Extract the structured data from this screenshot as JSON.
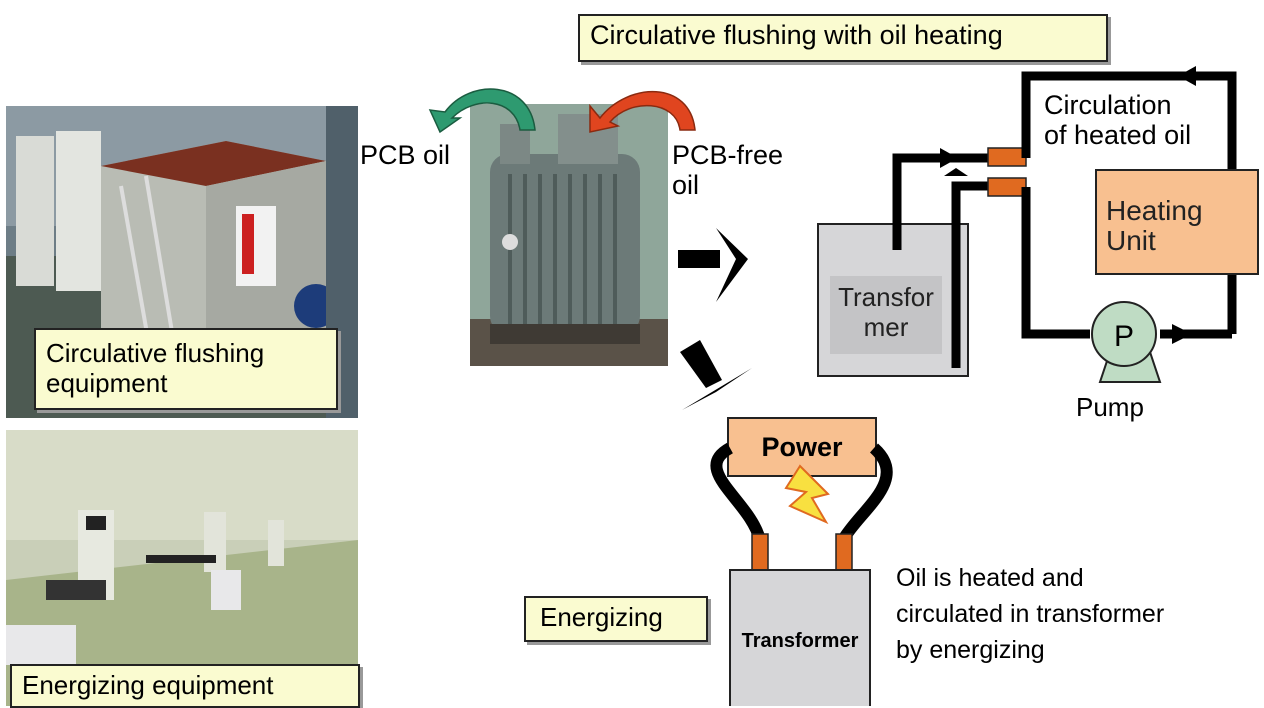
{
  "title": "Circulative flushing with oil heating",
  "photos": {
    "flushing_caption": [
      "Circulative flushing",
      "equipment"
    ],
    "energizing_caption": "Energizing equipment"
  },
  "transformer_photo": {
    "out_label": "PCB oil",
    "in_label": [
      "PCB-free",
      "oil"
    ]
  },
  "flushing_diagram": {
    "circulation_label": [
      "Circulation",
      "of heated oil"
    ],
    "heating_unit": [
      "Heating",
      "Unit"
    ],
    "transformer": [
      "Transfor",
      "mer"
    ],
    "pump_symbol": "P",
    "pump_label": "Pump"
  },
  "energizing_diagram": {
    "section_label": "Energizing",
    "power_label": "Power",
    "transformer_label": "Transformer",
    "description": [
      "Oil is heated and",
      "circulated in transformer",
      "by energizing"
    ]
  },
  "colors": {
    "label_fill": "#fafbd0",
    "heating_fill": "#f8c090",
    "port_orange": "#e06a20",
    "tank_grey": "#d6d6d8",
    "arrow_green": "#2e9a70",
    "arrow_red": "#e0451f",
    "bolt_yellow": "#f8e040"
  }
}
